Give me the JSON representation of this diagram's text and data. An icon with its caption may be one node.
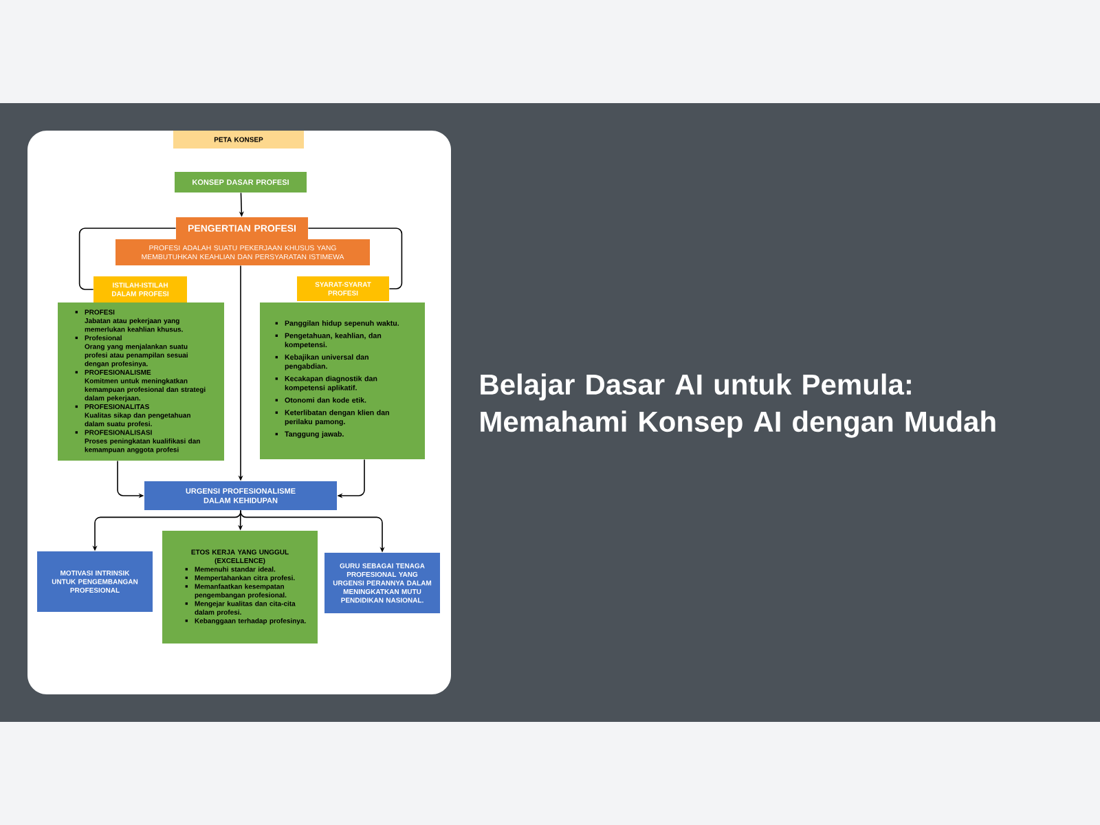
{
  "diagram": {
    "title": "Belajar Dasar AI untuk Pemula: Memahami Konsep AI dengan Mudah",
    "nodes": [
      {
        "text": [
          "PETA KONSEP"
        ]
      },
      {
        "text": [
          "KONSEP DASAR PROFESI"
        ]
      },
      {
        "text": [
          "PENGERTIAN PROFESI"
        ]
      },
      {
        "text": [
          "PROFESI ADALAH SUATU PEKERJAAN KHUSUS YANG MEMBUTUHKAN KEAHLIAN DAN PERSYARATAN ISTIMEWA"
        ]
      },
      {
        "text": [
          "ISTILAH-ISTILAH DALAM PROFESI"
        ]
      },
      {
        "text": [
          "PROFESI",
          "Jabatan atau pekerjaan yang memerlukan keahlian khusus.",
          "Profesional",
          "Orang yang menjalankan suatu profesi atau penampilan sesuai dengan profesinya.",
          "PROFESIONALISME",
          "Komitmen untuk meningkatkan kemampuan profesional dan strategi dalam pekerjaan.",
          "PROFESIONALITAS",
          "Kualitas sikap dan pengetahuan dalam suatu profesi.",
          "PROFESIONALISASI",
          "Proses peningkatan kualifikasi dan kemampuan anggota profesi"
        ]
      },
      {
        "text": [
          "SYARAT-SYARAT PROFESI"
        ]
      },
      {
        "text": [
          "Panggilan hidup sepenuh waktu.",
          "Pengetahuan, keahlian, dan kompetensi.",
          "Kebajikan universal dan pengabdian.",
          "Kecakapan diagnostik dan kompetensi aplikatif.",
          "Otonomi dan kode etik.",
          "Keterlibatan dengan klien dan perilaku pamong.",
          "Tanggung jawab."
        ]
      },
      {
        "text": [
          "URGENSI PROFESIONALISME DALAM KEHIDUPAN"
        ]
      },
      {
        "text": [
          "MOTIVASI INTRINSIK UNTUK PENGEMBANGAN PROFESIONAL"
        ]
      },
      {
        "text": [
          "ETOS KERJA YANG UNGGUL (EXCELLENCE)",
          "Memenuhi standar ideal.",
          "Mempertahankan citra profesi.",
          "Memanfaatkan kesempatan pengembangan profesional.",
          "Mengejar kualitas dan cita-cita dalam profesi.",
          "Kebanggaan terhadap profesinya."
        ]
      },
      {
        "text": [
          "GURU SEBAGAI TENAGA PROFESIONAL YANG URGENSI PERANNYA DALAM MENINGKATKAN MUTU PENDIDIKAN NASIONAL."
        ]
      }
    ],
    "edges": [
      {
        "from": 1,
        "to": 2,
        "arrow": "to"
      },
      {
        "from": 2,
        "to": 4,
        "arrow": "none"
      },
      {
        "from": 2,
        "to": 6,
        "arrow": "none"
      },
      {
        "from": 3,
        "to": 8,
        "arrow": "to"
      },
      {
        "from": 5,
        "to": 8,
        "arrow": "to"
      },
      {
        "from": 7,
        "to": 8,
        "arrow": "to"
      },
      {
        "from": 8,
        "to": 9,
        "arrow": "to"
      },
      {
        "from": 8,
        "to": 10,
        "arrow": "to"
      },
      {
        "from": 8,
        "to": 11,
        "arrow": "to"
      }
    ]
  }
}
